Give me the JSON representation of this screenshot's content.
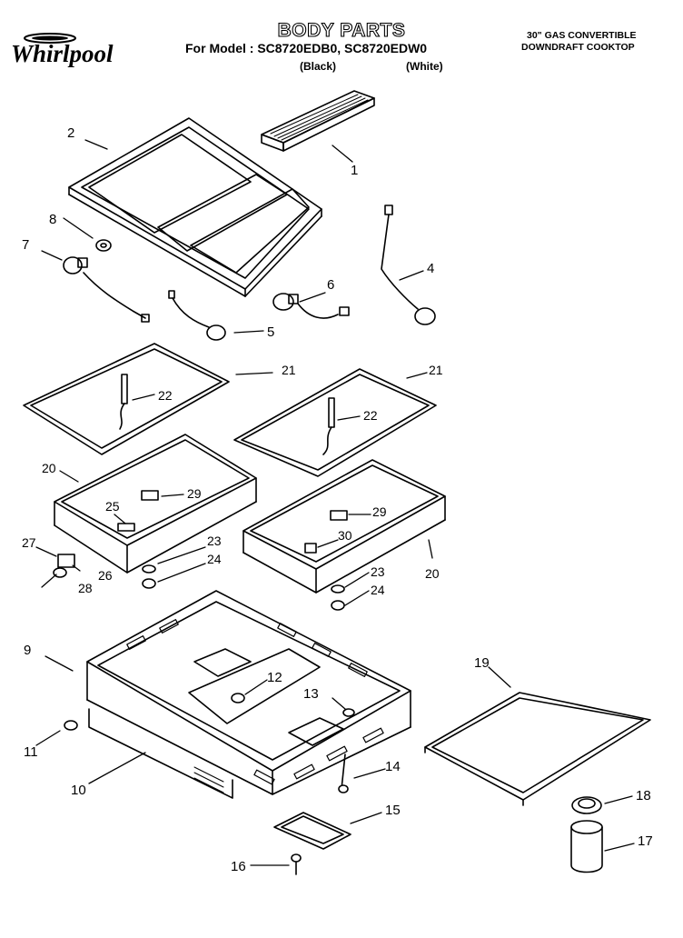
{
  "header": {
    "title": "BODY PARTS",
    "model": "For Model : SC8720EDB0, SC8720EDW0",
    "black": "(Black)",
    "white": "(White)",
    "product_line1": "30\" GAS CONVERTIBLE",
    "product_line2": "DOWNDRAFT COOKTOP",
    "brand": "Whirlpool"
  },
  "labels": {
    "p1": "1",
    "p2": "2",
    "p4": "4",
    "p5": "5",
    "p6": "6",
    "p7": "7",
    "p8": "8",
    "p9": "9",
    "p10": "10",
    "p11": "11",
    "p12": "12",
    "p13": "13",
    "p14": "14",
    "p15": "15",
    "p16": "16",
    "p17": "17",
    "p18": "18",
    "p19": "19",
    "p20a": "20",
    "p20b": "20",
    "p21a": "21",
    "p21b": "21",
    "p22a": "22",
    "p22b": "22",
    "p23a": "23",
    "p23b": "23",
    "p24a": "24",
    "p24b": "24",
    "p25": "25",
    "p26": "26",
    "p27": "27",
    "p28": "28",
    "p29a": "29",
    "p29b": "29",
    "p30": "30"
  }
}
